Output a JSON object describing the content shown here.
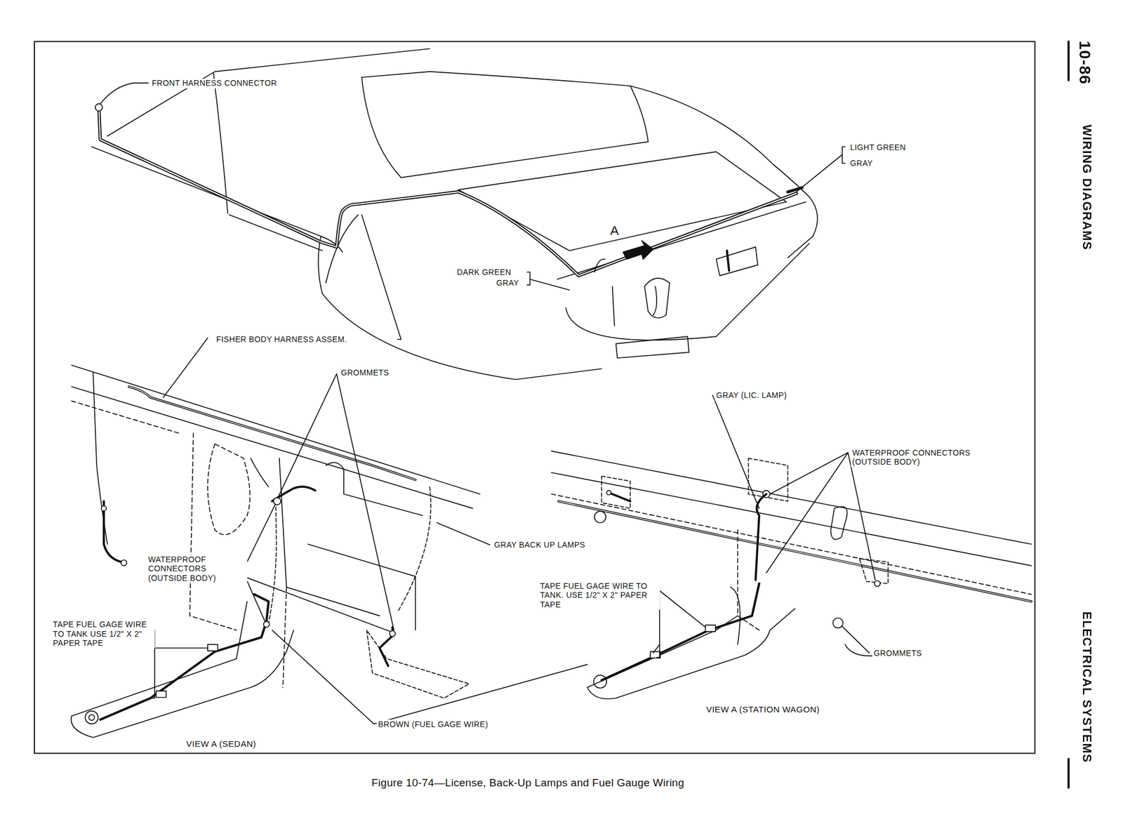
{
  "diagram": {
    "caption": "Figure 10-74—License, Back-Up Lamps and Fuel Gauge Wiring",
    "labels": [
      "10-86",
      "WIRING DIAGRAMS",
      "ELECTRICAL SYSTEMS",
      "FRONT HARNESS CONNECTOR",
      "LIGHT GREEN",
      "GRAY",
      "A",
      "DARK GREEN",
      "GRAY",
      "FISHER BODY HARNESS ASSEM.",
      "GROMMETS",
      "GRAY (LIC. LAMP)",
      "WATERPROOF CONNECTORS (OUTSIDE BODY)",
      "GRAY BACK UP LAMPS",
      "WATERPROOF CONNECTORS (OUTSIDE BODY)",
      "TAPE FUEL GAGE WIRE TO TANK. USE 1/2\" X 2\" PAPER TAPE",
      "GROMMETS",
      "TAPE FUEL GAGE WIRE TO TANK USE 1/2\" X 2\" PAPER TAPE",
      "BROWN (FUEL GAGE WIRE)",
      "VIEW A (STATION WAGON)",
      "VIEW A (SEDAN)"
    ]
  }
}
